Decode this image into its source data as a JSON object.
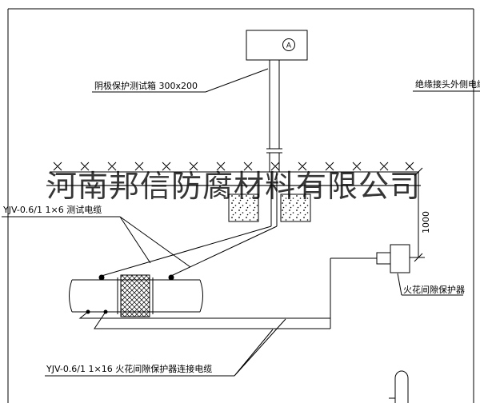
{
  "watermark": {
    "text": "河南邦信防腐材料有限公司"
  },
  "labels": {
    "test_box": "阴极保护测试箱 300x200",
    "outer_cable": "绝缘接头外侧电缆",
    "test_cable": "YJV-0.6/1 1×6  测试电缆",
    "spark_cable": "YJV-0.6/1 1×16  火花间隙保护器连接电缆",
    "protector": "火花间隙保护器",
    "dimension": "1000",
    "meter": "A"
  },
  "colors": {
    "line": "#000000",
    "background": "#ffffff",
    "watermark": "#1c1c1c"
  }
}
